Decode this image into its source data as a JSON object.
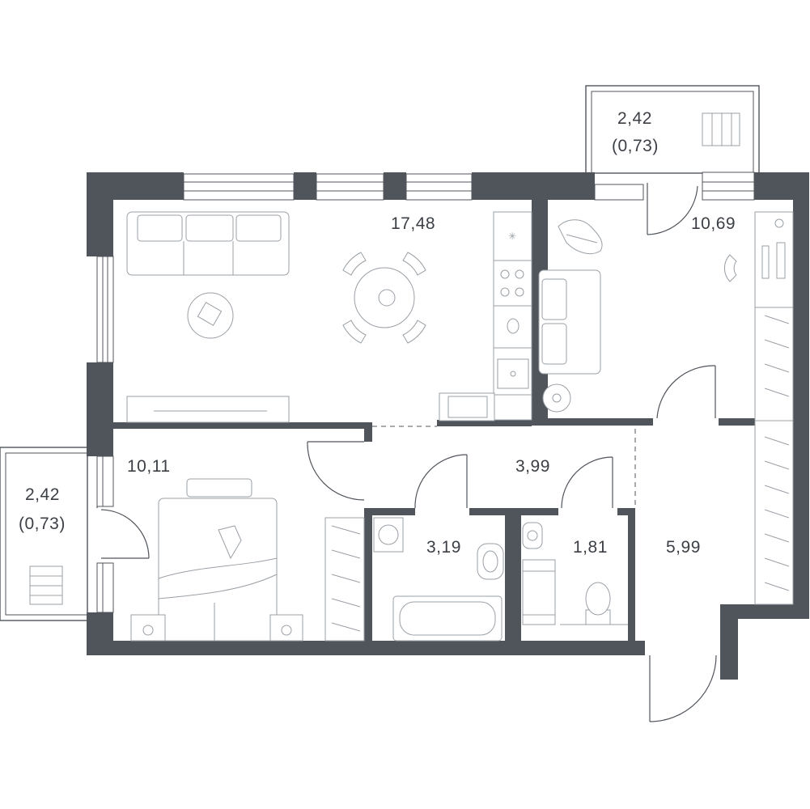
{
  "rooms": {
    "living_kitchen": "17,48",
    "bedroom_right": "10,69",
    "bedroom_left": "10,11",
    "corridor": "3,99",
    "bathroom": "3,19",
    "toilet": "1,81",
    "hallway": "5,99"
  },
  "balconies": {
    "top_area": "2,42",
    "top_reduced": "(0,73)",
    "left_area": "2,42",
    "left_reduced": "(0,73)"
  },
  "colors": {
    "wall": "#50555c",
    "furniture": "#9aa0a6",
    "text": "#3c4046"
  }
}
